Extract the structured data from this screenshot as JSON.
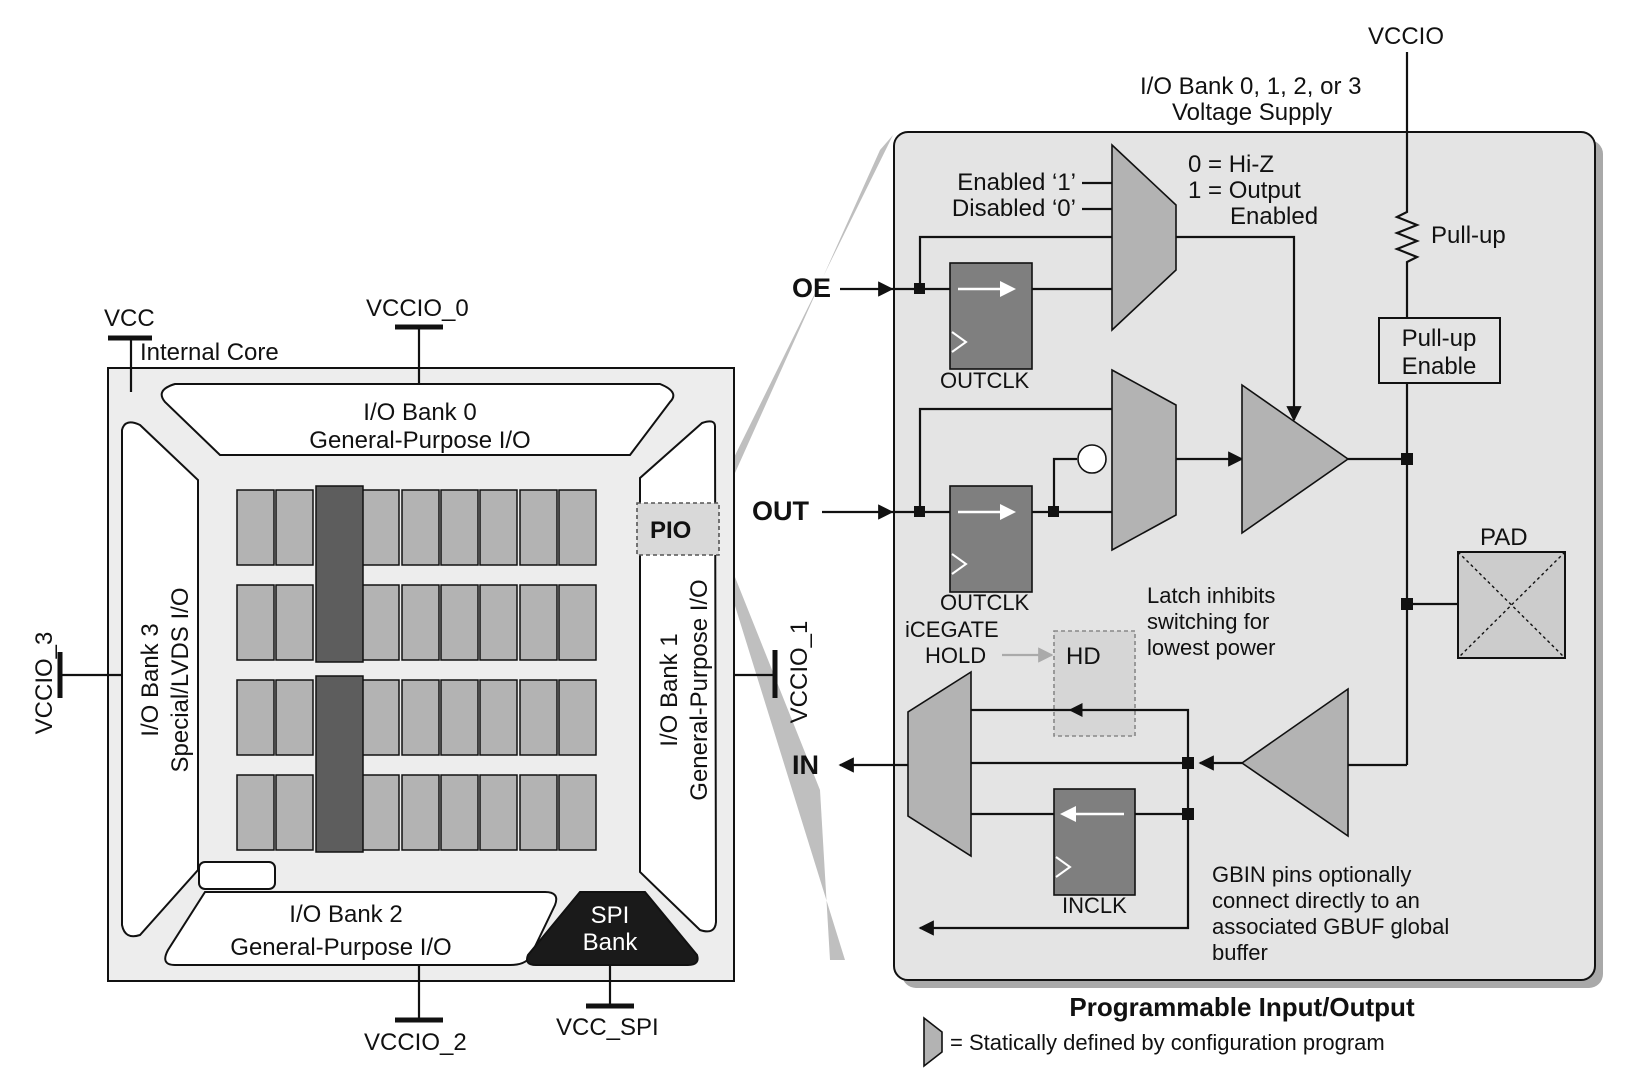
{
  "chip": {
    "vcc": "VCC",
    "internal_core": "Internal Core",
    "vccio_0": "VCCIO_0",
    "vccio_1": "VCCIO_1",
    "vccio_2": "VCCIO_2",
    "vccio_3": "VCCIO_3",
    "vcc_spi": "VCC_SPI",
    "bank0": [
      "I/O Bank 0",
      "General-Purpose I/O"
    ],
    "bank1": [
      "I/O Bank 1",
      "General-Purpose I/O"
    ],
    "bank2": [
      "I/O Bank 2",
      "General-Purpose I/O"
    ],
    "bank3": [
      "I/O Bank 3",
      "Special/LVDS I/O"
    ],
    "spi": [
      "SPI",
      "Bank"
    ],
    "pio": "PIO"
  },
  "pio_detail": {
    "vccio": "VCCIO",
    "supply": [
      "I/O Bank 0, 1, 2, or 3",
      "Voltage Supply"
    ],
    "enabled": "Enabled ‘1’",
    "disabled": "Disabled ‘0’",
    "hiz": [
      "0 = Hi-Z",
      "1 = Output",
      "Enabled"
    ],
    "pullup": "Pull-up",
    "pullup_enable": [
      "Pull-up",
      "Enable"
    ],
    "oe": "OE",
    "out": "OUT",
    "in": "IN",
    "outclk": "OUTCLK",
    "inclk": "INCLK",
    "pad": "PAD",
    "hd": "HD",
    "icegate": [
      "iCEGATE",
      "HOLD"
    ],
    "latch_note": [
      "Latch inhibits",
      "switching for",
      "lowest power"
    ],
    "gbin_note": [
      "GBIN pins optionally",
      "connect directly to an",
      "associated GBUF global",
      "buffer"
    ],
    "title": "Programmable Input/Output",
    "legend": "= Statically defined by configuration program"
  },
  "colors": {
    "panel": "#e4e4e4",
    "shape": "#b3b3b3",
    "flop": "#7f7f7f",
    "dark": "#5d5d5d"
  }
}
